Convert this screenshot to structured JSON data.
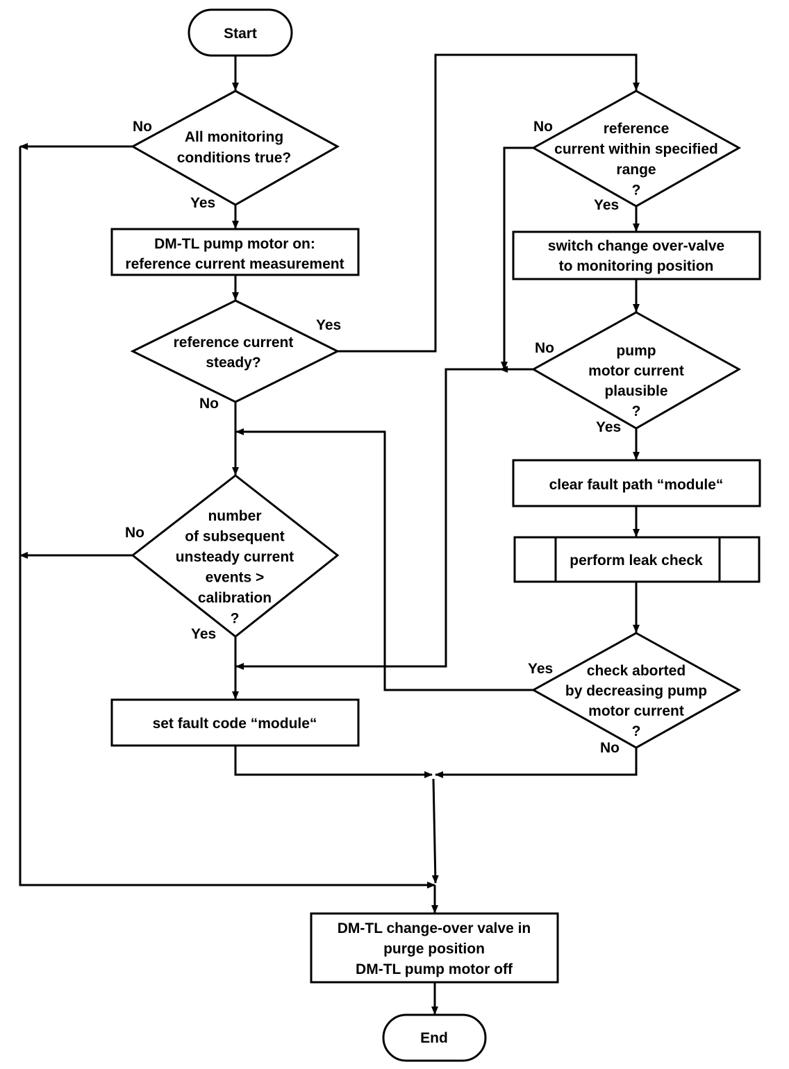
{
  "nodes": {
    "start": {
      "lines": [
        "Start"
      ]
    },
    "d_conditions": {
      "lines": [
        "All monitoring",
        "conditions true?"
      ]
    },
    "p_pump_on": {
      "lines": [
        "DM-TL pump motor on:",
        "reference current measurement"
      ]
    },
    "d_steady": {
      "lines": [
        "reference current",
        "steady?"
      ]
    },
    "d_subsequent": {
      "lines": [
        "number",
        "of subsequent",
        "unsteady current",
        "events >",
        "calibration",
        "?"
      ]
    },
    "p_set_fault": {
      "lines": [
        "set fault code “module“"
      ]
    },
    "d_ref_range": {
      "lines": [
        "reference",
        "current within specified",
        "range",
        "?"
      ]
    },
    "p_switch_valve": {
      "lines": [
        "switch change over-valve",
        "to monitoring position"
      ]
    },
    "d_plausible": {
      "lines": [
        "pump",
        "motor current",
        "plausible",
        "?"
      ]
    },
    "p_clear_fault": {
      "lines": [
        "clear fault path “module“"
      ]
    },
    "p_leak_check": {
      "lines": [
        "perform leak check"
      ]
    },
    "d_aborted": {
      "lines": [
        "check aborted",
        "by decreasing pump",
        "motor current",
        "?"
      ]
    },
    "p_valve_purge": {
      "lines": [
        "DM-TL change-over valve in",
        "purge position",
        "DM-TL pump motor off"
      ]
    },
    "end": {
      "lines": [
        "End"
      ]
    }
  },
  "labels": {
    "conditions_no": "No",
    "conditions_yes": "Yes",
    "steady_yes": "Yes",
    "steady_no": "No",
    "subsequent_no": "No",
    "subsequent_yes": "Yes",
    "ref_range_no": "No",
    "ref_range_yes": "Yes",
    "plausible_no": "No",
    "plausible_yes": "Yes",
    "aborted_yes": "Yes",
    "aborted_no": "No"
  }
}
